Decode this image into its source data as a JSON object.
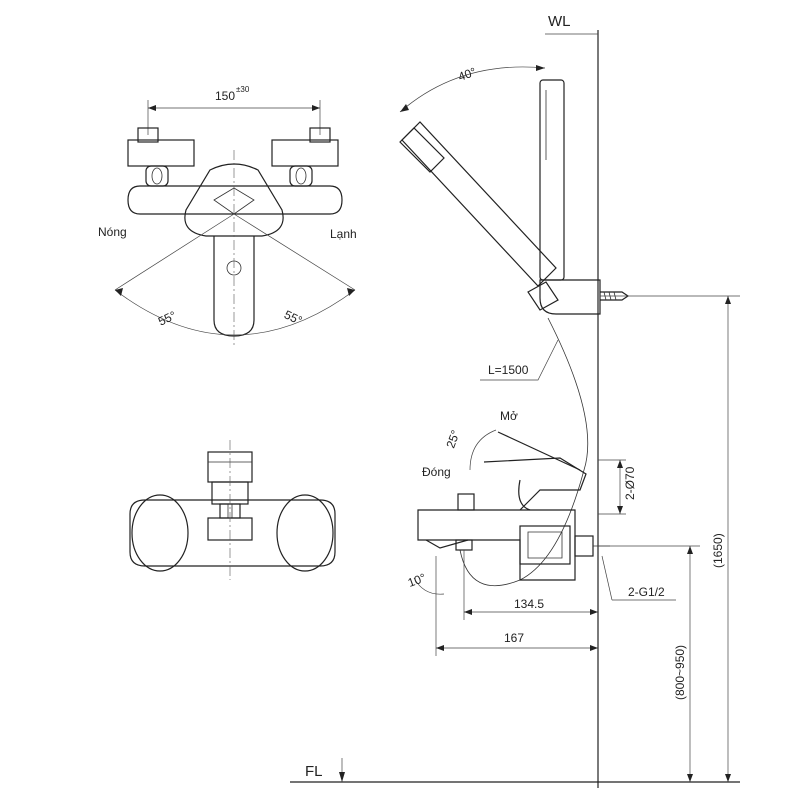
{
  "labels": {
    "wl": "WL",
    "fl": "FL",
    "spacing": "150",
    "spacing_tol": "±30",
    "hot": "Nóng",
    "cold": "Lạnh",
    "angle_left": "55°",
    "angle_right": "55°",
    "angle_handshower": "40°",
    "hose_length": "L=1500",
    "open": "Mở",
    "closed": "Đóng",
    "angle_lever": "25°",
    "angle_spout": "10°",
    "diameter": "2-Ø70",
    "thread": "2-G1/2",
    "dim_134": "134.5",
    "dim_167": "167",
    "dim_height_range": "(800~950)",
    "dim_height_total": "(1650)"
  }
}
